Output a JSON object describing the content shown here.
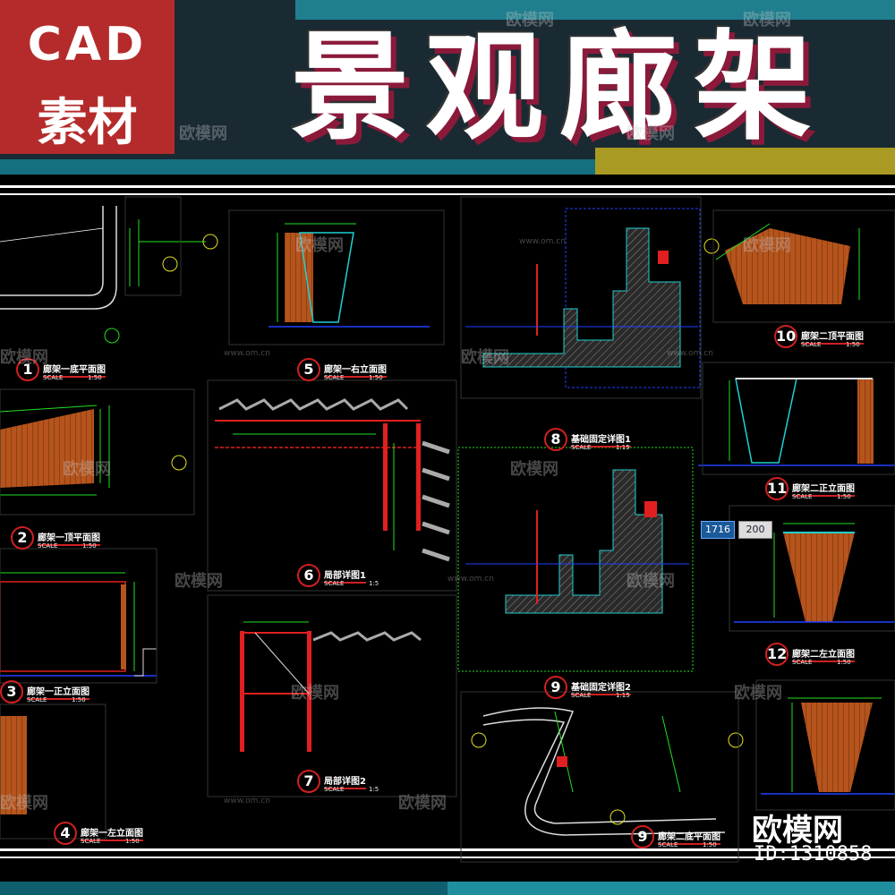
{
  "badge": {
    "line1": "CAD",
    "line2": "素材"
  },
  "title": "景观廊架",
  "watermark": {
    "text": "欧模网",
    "url": "www.om.cn"
  },
  "drawings": [
    {
      "num": "1",
      "name": "廊架一底平面图",
      "scale": "SCALE",
      "ratio": "1:50"
    },
    {
      "num": "2",
      "name": "廊架一顶平面图",
      "scale": "SCALE",
      "ratio": "1:50"
    },
    {
      "num": "3",
      "name": "廊架一正立面图",
      "scale": "SCALE",
      "ratio": "1:50"
    },
    {
      "num": "4",
      "name": "廊架一左立面图",
      "scale": "SCALE",
      "ratio": "1:50"
    },
    {
      "num": "5",
      "name": "廊架一右立面图",
      "scale": "SCALE",
      "ratio": "1:50"
    },
    {
      "num": "6",
      "name": "局部详图1",
      "scale": "SCALE",
      "ratio": "1:5"
    },
    {
      "num": "7",
      "name": "局部详图2",
      "scale": "SCALE",
      "ratio": "1:5"
    },
    {
      "num": "8",
      "name": "基础固定详图1",
      "scale": "SCALE",
      "ratio": "1:15"
    },
    {
      "num": "9",
      "name": "基础固定详图2",
      "scale": "SCALE",
      "ratio": "1:15"
    },
    {
      "num": "9",
      "name": "廊架二底平面图",
      "scale": "SCALE",
      "ratio": "1:50"
    },
    {
      "num": "10",
      "name": "廊架二顶平面图",
      "scale": "SCALE",
      "ratio": "1:50"
    },
    {
      "num": "11",
      "name": "廊架二正立面图",
      "scale": "SCALE",
      "ratio": "1:50"
    },
    {
      "num": "12",
      "name": "廊架二左立面图",
      "scale": "SCALE",
      "ratio": "1:50"
    }
  ],
  "inputs": {
    "x": "1716",
    "y": "200"
  },
  "brand": {
    "name": "欧模网",
    "id": "ID:1310858"
  },
  "colors": {
    "badge": "#b52b2b",
    "wood": "#b5541c",
    "cad_red": "#e02020",
    "cad_green": "#20e020",
    "cad_cyan": "#20d0d0",
    "cad_blue": "#2040ff"
  }
}
